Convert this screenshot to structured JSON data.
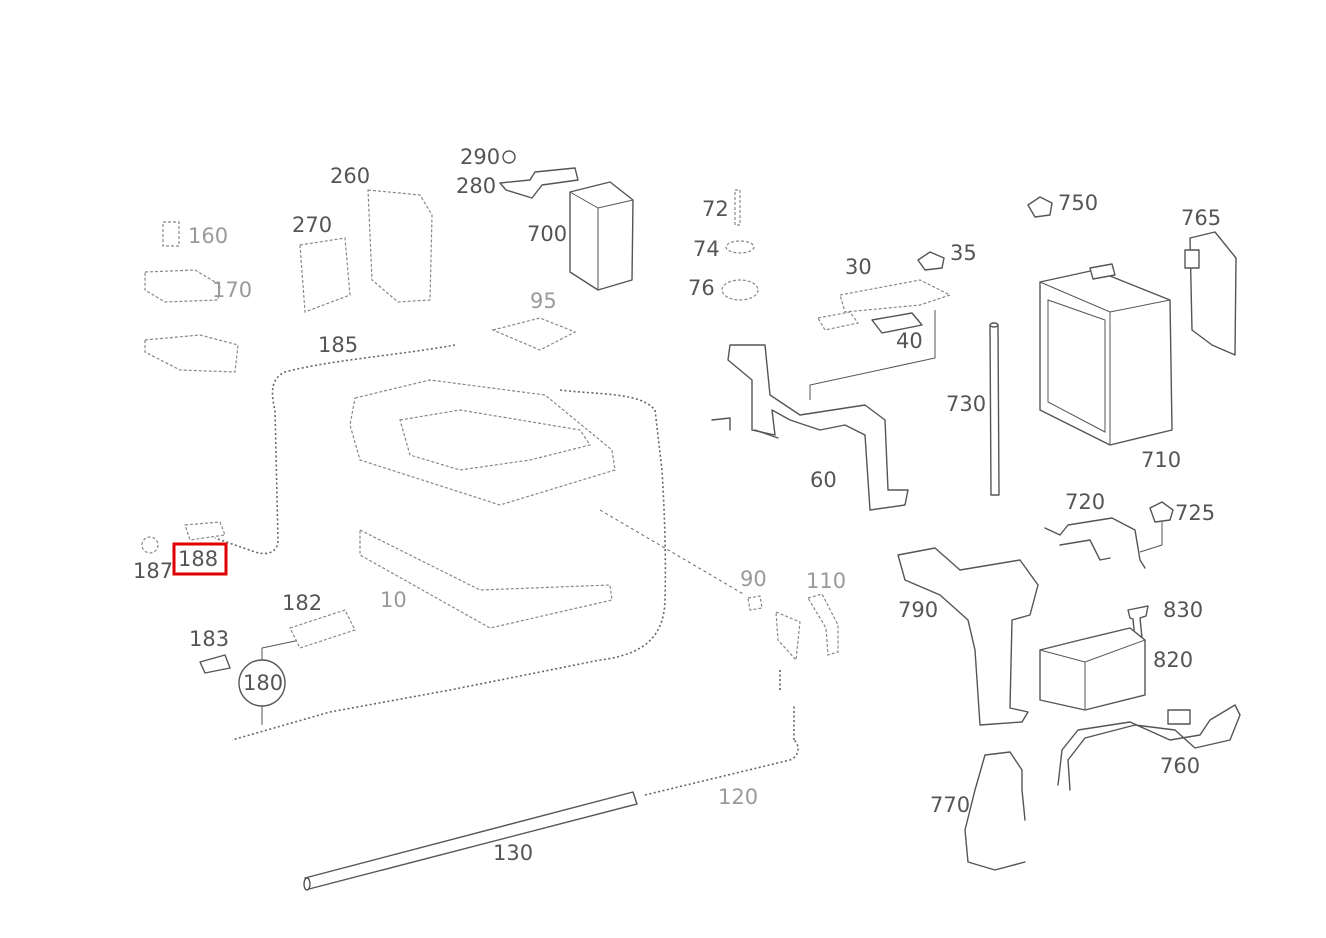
{
  "diagram": {
    "labels": {
      "l10": "10",
      "l30": "30",
      "l35": "35",
      "l40": "40",
      "l60": "60",
      "l72": "72",
      "l74": "74",
      "l76": "76",
      "l90": "90",
      "l110": "110",
      "l120": "120",
      "l130": "130",
      "l160": "160",
      "l170": "170",
      "l180": "180",
      "l182": "182",
      "l183": "183",
      "l185": "185",
      "l187": "187",
      "l188": "188",
      "l260": "260",
      "l270": "270",
      "l280": "280",
      "l290": "290",
      "l700": "700",
      "l710": "710",
      "l720": "720",
      "l725": "725",
      "l730": "730",
      "l750": "750",
      "l760": "760",
      "l765": "765",
      "l770": "770",
      "l790": "790",
      "l820": "820",
      "l830": "830",
      "l95": "95"
    },
    "highlighted_part": "188",
    "colors": {
      "line": "#555555",
      "highlight": "#e00000"
    }
  }
}
